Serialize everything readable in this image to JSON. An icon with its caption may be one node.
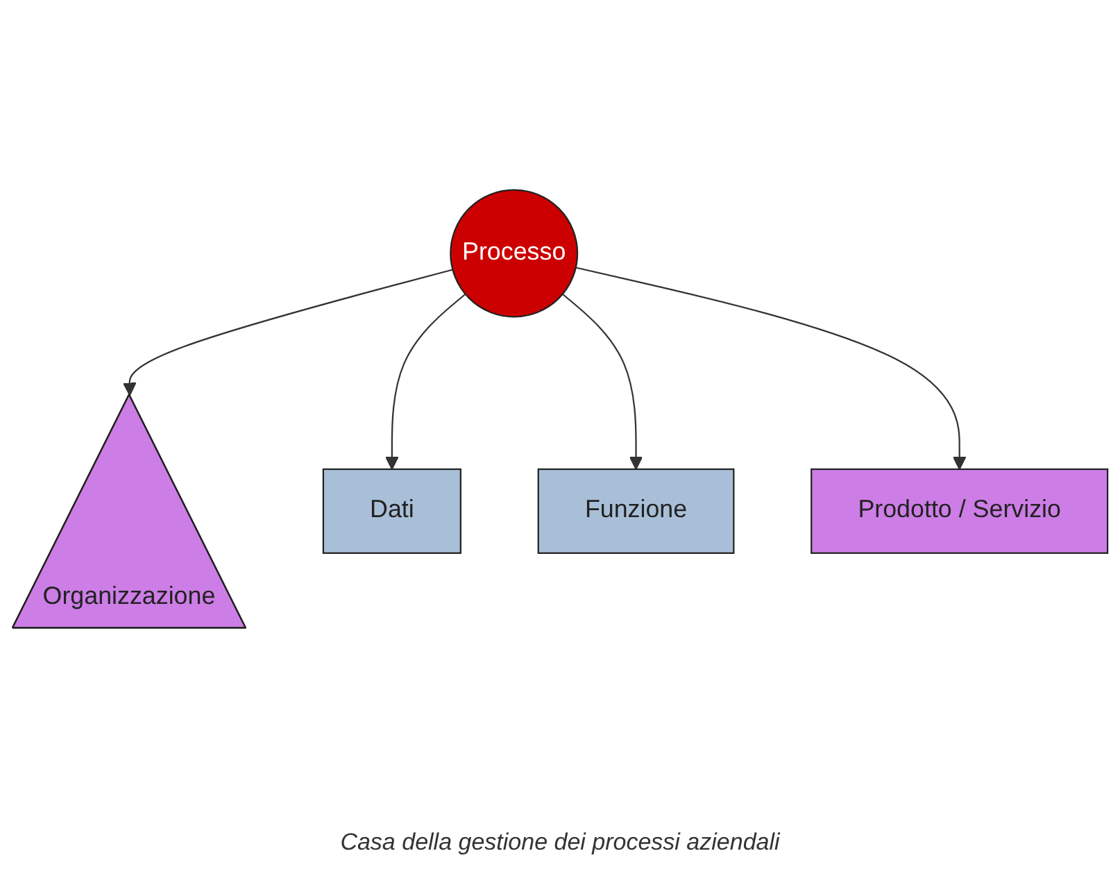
{
  "diagram": {
    "caption": "Casa della gestione dei processi aziendali",
    "nodes": [
      {
        "text": [
          "Organizzazione"
        ]
      },
      {
        "text": [
          "Dati"
        ]
      },
      {
        "text": [
          "Processo"
        ]
      },
      {
        "text": [
          "Funzione"
        ]
      },
      {
        "text": [
          "Prodotto / Servizio"
        ]
      }
    ],
    "edges": [
      {
        "from": 2,
        "to": 0,
        "arrow": "to"
      },
      {
        "from": 2,
        "to": 1,
        "arrow": "to"
      },
      {
        "from": 2,
        "to": 3,
        "arrow": "to"
      },
      {
        "from": 2,
        "to": 4,
        "arrow": "to"
      }
    ]
  }
}
